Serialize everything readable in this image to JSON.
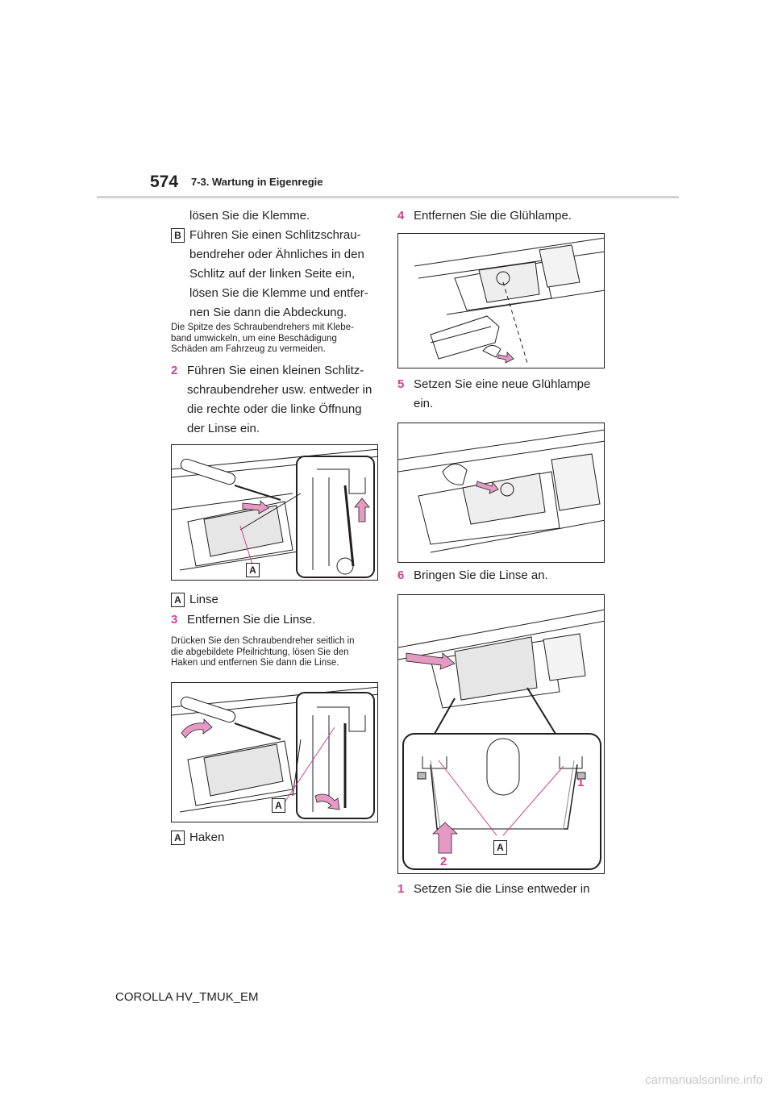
{
  "header": {
    "page_number": "574",
    "section": "7-3. Wartung in Eigenregie"
  },
  "left": {
    "intro_line": "lösen Sie die Klemme.",
    "b_badge": "B",
    "b_lines": [
      "Führen Sie einen Schlitzschrau-",
      "bendreher oder Ähnliches in den",
      "Schlitz auf der linken Seite ein,",
      "lösen Sie die Klemme und entfer-",
      "nen Sie dann die Abdeckung."
    ],
    "note1_lines": [
      "Die Spitze des Schraubendrehers mit Klebe-",
      "band umwickeln, um eine Beschädigung",
      "Schäden am Fahrzeug zu vermeiden."
    ],
    "step2_num": "2",
    "step2_lines": [
      "Führen Sie einen kleinen Schlitz-",
      "schraubendreher usw. entweder in",
      "die rechte oder die linke Öffnung",
      "der Linse ein."
    ],
    "fig1_label": "A",
    "caption1_badge": "A",
    "caption1_text": "Linse",
    "step3_num": "3",
    "step3_text": "Entfernen Sie die Linse.",
    "note2_lines": [
      "Drücken Sie den Schraubendreher seitlich in",
      "die abgebildete Pfeilrichtung, lösen Sie den",
      "Haken und entfernen Sie dann die Linse."
    ],
    "fig2_label": "A",
    "caption2_badge": "A",
    "caption2_text": "Haken"
  },
  "right": {
    "step4_num": "4",
    "step4_text": "Entfernen Sie die Glühlampe.",
    "step5_num": "5",
    "step5_lines": [
      "Setzen Sie eine neue Glühlampe",
      "ein."
    ],
    "step6_num": "6",
    "step6_text": "Bringen Sie die Linse an.",
    "fig5_label": "A",
    "fig5_callout1": "1",
    "fig5_callout2": "2",
    "substep1_num": "1",
    "substep1_text": "Setzen Sie die Linse entweder in"
  },
  "footer": {
    "model": "COROLLA HV_TMUK_EM"
  },
  "watermark": {
    "text": "carmanualsonline.info"
  },
  "colors": {
    "accent": "#d1408b",
    "arrow_fill": "#e59ac4",
    "rule": "#d3d3d3"
  }
}
